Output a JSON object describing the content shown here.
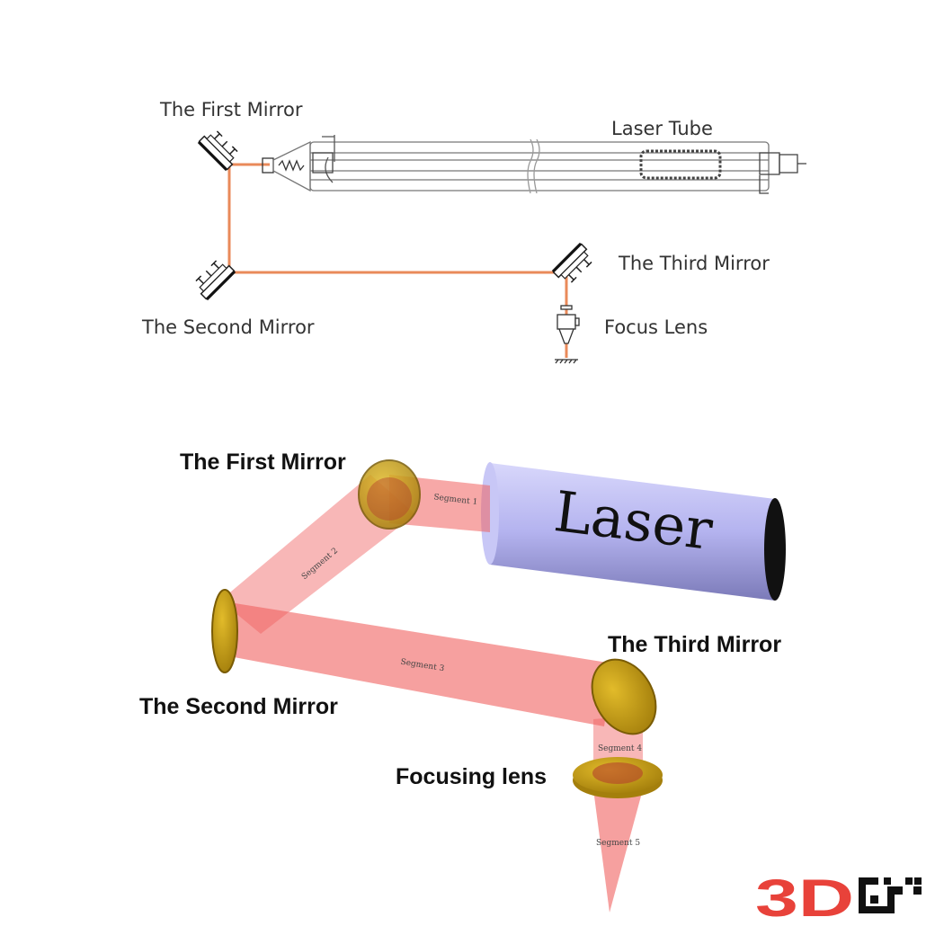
{
  "top_diagram": {
    "labels": {
      "first_mirror": "The First Mirror",
      "laser_tube": "Laser Tube",
      "third_mirror": "The Third Mirror",
      "second_mirror": "The Second Mirror",
      "focus_lens": "Focus Lens"
    }
  },
  "bottom_diagram": {
    "labels": {
      "first_mirror": "The First Mirror",
      "third_mirror": "The Third Mirror",
      "second_mirror": "The Second Mirror",
      "focusing_lens": "Focusing lens",
      "laser": "Laser"
    },
    "segments": [
      "Segment 1",
      "Segment 2",
      "Segment 3",
      "Segment 4",
      "Segment 5"
    ]
  },
  "logo": {
    "text": "3D"
  },
  "colors": {
    "beam_line": "#e98a5a",
    "beam_3d": "#f0605f",
    "mirror_gold": "#c9a21a",
    "laser_body": "#b9b8f0",
    "logo_red": "#e8423a"
  }
}
